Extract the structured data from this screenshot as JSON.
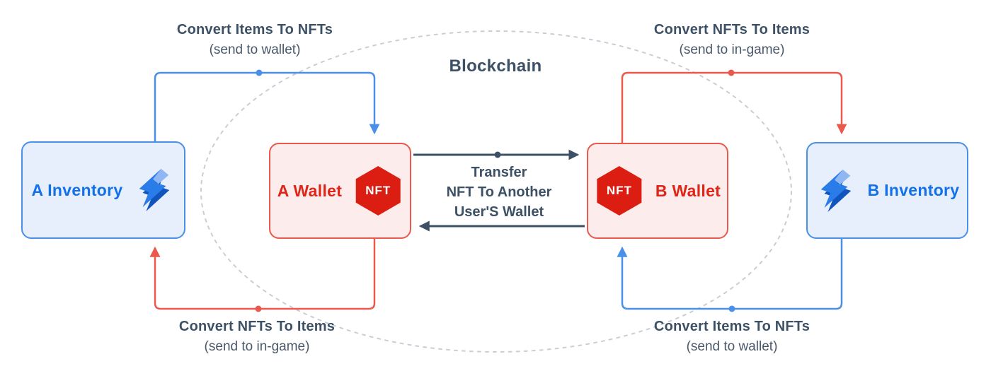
{
  "diagram": {
    "blockchain_label": "Blockchain",
    "nodes": {
      "a_inventory": {
        "label": "A Inventory"
      },
      "a_wallet": {
        "label": "A Wallet",
        "badge": "NFT"
      },
      "b_wallet": {
        "label": "B Wallet",
        "badge": "NFT"
      },
      "b_inventory": {
        "label": "B Inventory"
      }
    },
    "edges": {
      "top_left": {
        "title": "Convert Items To NFTs",
        "subtitle": "(send to wallet)"
      },
      "top_right": {
        "title": "Convert NFTs To Items",
        "subtitle": "(send to in-game)"
      },
      "bottom_left": {
        "title": "Convert NFTs To Items",
        "subtitle": "(send to in-game)"
      },
      "bottom_right": {
        "title": "Convert Items To NFTs",
        "subtitle": "(send to wallet)"
      },
      "transfer": {
        "line1": "Transfer",
        "line2": "NFT To Another",
        "line3": "User'S Wallet"
      }
    },
    "colors": {
      "blue_accent": "#4a90e8",
      "blue_text": "#1270ea",
      "blue_fill": "#e7effc",
      "red_accent": "#ea594e",
      "red_text": "#e02418",
      "red_fill": "#fcedec",
      "badge_red": "#dc1e12",
      "dark_slate": "#3d5166",
      "muted_slate": "#4a586a",
      "ellipse_gray": "#c9ced6",
      "bolt_main": "#2a7ce8",
      "bolt_light": "#8fb7f4",
      "bolt_dark": "#1254bd"
    }
  }
}
